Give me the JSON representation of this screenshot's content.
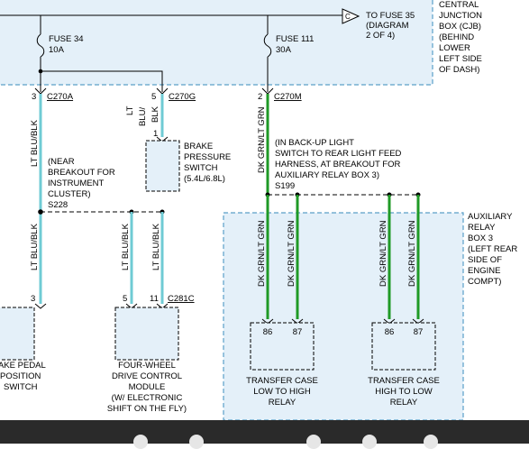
{
  "cjb": {
    "fuse_left_name": "FUSE 34",
    "fuse_left_rating": "10A",
    "fuse_right_name": "FUSE 111",
    "fuse_right_rating": "30A",
    "to_fuse_line1": "TO FUSE 35",
    "to_fuse_line2": "(DIAGRAM",
    "to_fuse_line3": "2 OF 4)",
    "connector_letter": "C",
    "label_lines": [
      "CENTRAL",
      "JUNCTION",
      "BOX (CJB)",
      "(BEHIND",
      "LOWER",
      "LEFT SIDE",
      "OF DASH)"
    ]
  },
  "connectors": {
    "c270a_pin": "3",
    "c270a": "C270A",
    "c270g_pin": "5",
    "c270g": "C270G",
    "c270m_pin": "2",
    "c270m": "C270M",
    "brake_switch_pin": "1",
    "bpp_pin": "3",
    "fwd_pin_a": "5",
    "fwd_pin_b": "11",
    "c281c": "C281C",
    "relay_low_pin86": "86",
    "relay_low_pin87": "87",
    "relay_high_pin86": "86",
    "relay_high_pin87": "87"
  },
  "wires": {
    "lt_blu_blk": "LT BLU/BLK",
    "lt_line1": "LT",
    "blu_line2": "BLU/",
    "blk_line3": "BLK",
    "dk_grn_lt_grn": "DK GRN/LT GRN"
  },
  "splices": {
    "s228_lines": [
      "(NEAR",
      "BREAKOUT FOR",
      "INSTRUMENT",
      "CLUSTER)"
    ],
    "s228": "S228",
    "s199_lines": [
      "(IN BACK-UP LIGHT",
      "SWITCH TO REAR LIGHT FEED",
      "HARNESS, AT BREAKOUT FOR",
      "AUXILIARY RELAY BOX 3)"
    ],
    "s199": "S199"
  },
  "components": {
    "brake_pressure_switch": [
      "BRAKE",
      "PRESSURE",
      "SWITCH",
      "(5.4L/6.8L)"
    ],
    "brake_pedal_switch": [
      "AKE PEDAL",
      "POSITION",
      "SWITCH"
    ],
    "fwd_module": [
      "FOUR-WHEEL",
      "DRIVE CONTROL",
      "MODULE",
      "(W/ ELECTRONIC",
      "SHIFT ON THE FLY)"
    ],
    "aux_relay_box": [
      "AUXILIARY",
      "RELAY",
      "BOX 3",
      "(LEFT REAR",
      "SIDE OF",
      "ENGINE",
      "COMPT)"
    ],
    "relay_low": [
      "TRANSFER CASE",
      "LOW TO HIGH",
      "RELAY"
    ],
    "relay_high": [
      "TRANSFER CASE",
      "HIGH TO LOW",
      "RELAY"
    ]
  },
  "colors": {
    "box_fill": "#e4f0f9",
    "box_border": "#5a9fc8",
    "wire_blue": "#6fcbd4",
    "wire_green": "#1f9a26",
    "line": "#000000"
  }
}
